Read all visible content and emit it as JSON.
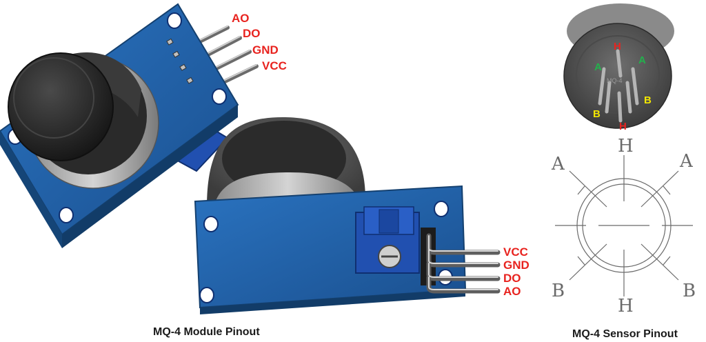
{
  "colors": {
    "pin_label": "#e8231f",
    "label_A": "#22b14c",
    "label_B": "#f2e600",
    "label_H": "#e8231f",
    "pcb": "#1f5fa8",
    "sensor_body": "#5b5b5b",
    "sketch_line": "#6a6a6a"
  },
  "module_top": {
    "pins": [
      "AO",
      "DO",
      "GND",
      "VCC"
    ]
  },
  "module_bottom": {
    "pins": [
      "VCC",
      "GND",
      "DO",
      "AO"
    ]
  },
  "sensor_photo": {
    "labels": {
      "h_top": "H",
      "a_left": "A",
      "a_right": "A",
      "b_left": "B",
      "b_right": "B",
      "h_bottom": "H"
    }
  },
  "sensor_sketch": {
    "labels": {
      "h_top": "H",
      "a_left": "A",
      "a_right": "A",
      "b_left": "B",
      "b_right": "B",
      "h_bottom": "H"
    }
  },
  "captions": {
    "module": "MQ-4 Module Pinout",
    "sensor": "MQ-4 Sensor Pinout"
  }
}
